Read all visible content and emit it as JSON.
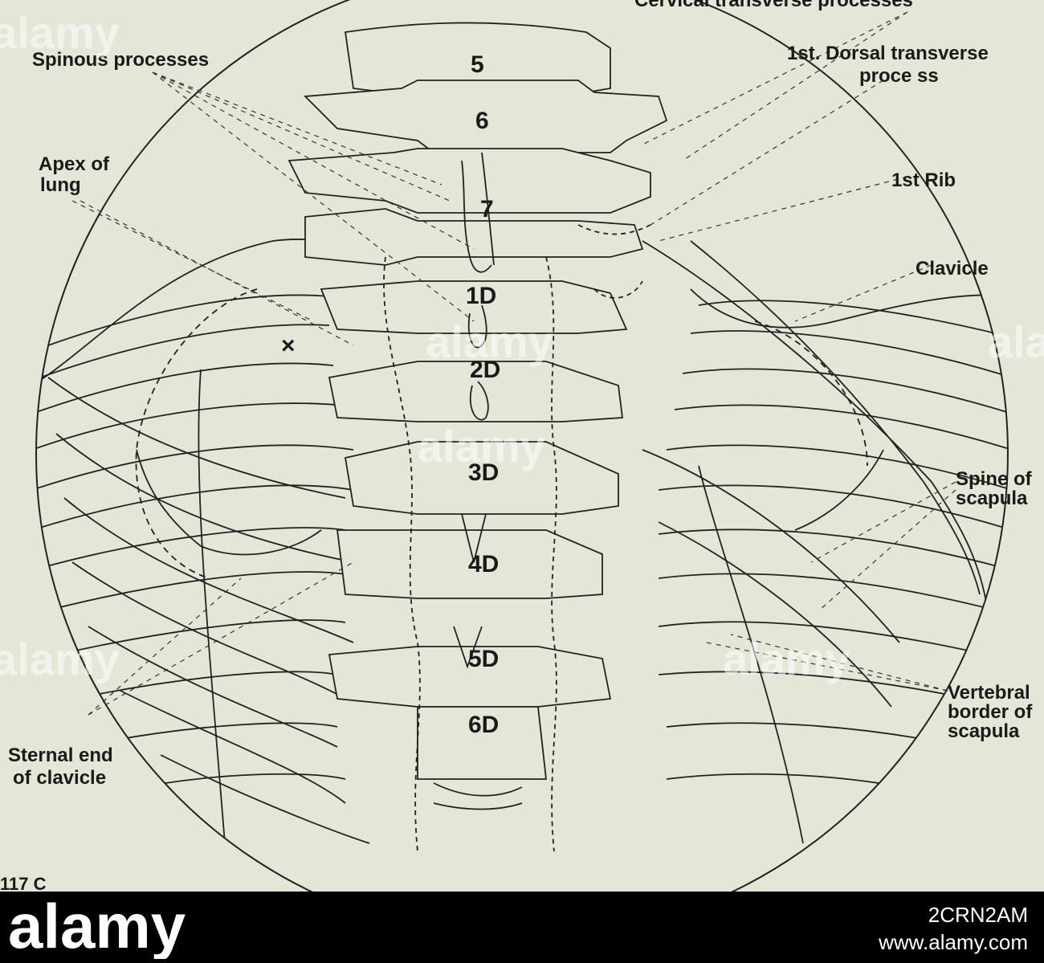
{
  "figure": {
    "labels": {
      "cervical_transverse": "Cervical transverse processes",
      "spinous_processes": "Spinous processes",
      "dorsal_transverse_1": "1st. Dorsal transverse",
      "dorsal_transverse_2": "proce ss",
      "apex_1": "Apex of",
      "apex_2": "lung",
      "rib": "1st Rib",
      "clavicle": "Clavicle",
      "spine_scapula_1": "Spine of",
      "spine_scapula_2": "scapula",
      "vertebral_1": "Vertebral",
      "vertebral_2": "border of",
      "vertebral_3": "scapula",
      "sternal_1": "Sternal end",
      "sternal_2": "of clavicle",
      "cross_mark": "×",
      "figure_number": "117 C"
    },
    "vertebrae": [
      "5",
      "6",
      "7",
      "1D",
      "2D",
      "3D",
      "4D",
      "5D",
      "6D"
    ]
  },
  "watermark": {
    "text": "alamy"
  },
  "footer": {
    "image_id": "2CRN2AM",
    "url": "www.alamy.com",
    "logo_text": "alamy"
  }
}
